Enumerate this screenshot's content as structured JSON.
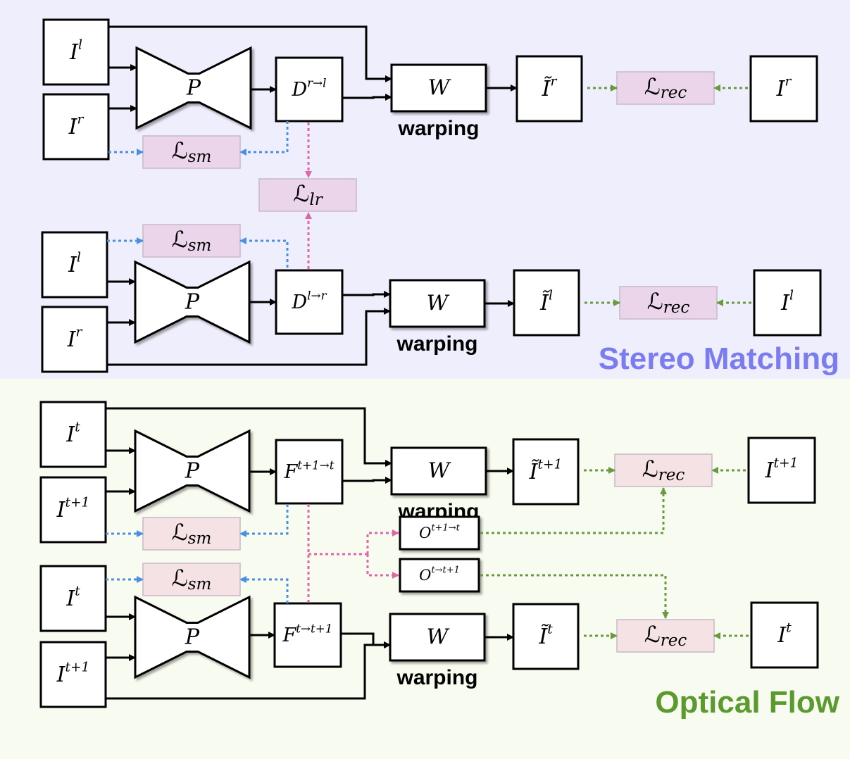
{
  "colors": {
    "stereo_bg": "#eeeefc",
    "flow_bg": "#f8fbef",
    "loss_fill": "#ead5ea",
    "loss_fill_flow": "#f4e2e4",
    "loss_stroke": "#c8b8c8",
    "stereo_title": "#7b7cf0",
    "flow_title": "#5a9a2e",
    "arrow_black": "#000000",
    "arrow_blue": "#4a90e2",
    "arrow_green": "#6a9a40",
    "arrow_pink": "#e066a8"
  },
  "labels": {
    "stereo_title": "Stereo Matching",
    "flow_title": "Optical Flow",
    "warping": "warping",
    "predictor": "P",
    "warp": "W"
  },
  "stereo": {
    "top": {
      "input1": {
        "base": "I",
        "sup": "l"
      },
      "input2": {
        "base": "I",
        "sup": "r"
      },
      "disparity": {
        "base": "D",
        "sup": "r→l"
      },
      "warped": {
        "base": "Ĩ",
        "sup": "r"
      },
      "target": {
        "base": "I",
        "sup": "r"
      },
      "loss_rec": {
        "base": "ℒ",
        "sub": "rec"
      },
      "loss_sm": {
        "base": "ℒ",
        "sub": "sm"
      }
    },
    "loss_lr": {
      "base": "ℒ",
      "sub": "lr"
    },
    "bottom": {
      "input1": {
        "base": "I",
        "sup": "l"
      },
      "input2": {
        "base": "I",
        "sup": "r"
      },
      "disparity": {
        "base": "D",
        "sup": "l→r"
      },
      "warped": {
        "base": "Ĩ",
        "sup": "l"
      },
      "target": {
        "base": "I",
        "sup": "l"
      },
      "loss_rec": {
        "base": "ℒ",
        "sub": "rec"
      },
      "loss_sm": {
        "base": "ℒ",
        "sub": "sm"
      }
    }
  },
  "flow": {
    "top": {
      "input1": {
        "base": "I",
        "sup": "t"
      },
      "input2": {
        "base": "I",
        "sup": "t+1"
      },
      "flowmap": {
        "base": "F",
        "sup": "t+1→t"
      },
      "warped": {
        "base": "Ĩ",
        "sup": "t+1"
      },
      "target": {
        "base": "I",
        "sup": "t+1"
      },
      "loss_rec": {
        "base": "ℒ",
        "sub": "rec"
      },
      "loss_sm": {
        "base": "ℒ",
        "sub": "sm"
      }
    },
    "occ1": {
      "base": "O",
      "sup": "t+1→t"
    },
    "occ2": {
      "base": "O",
      "sup": "t→t+1"
    },
    "bottom": {
      "input1": {
        "base": "I",
        "sup": "t"
      },
      "input2": {
        "base": "I",
        "sup": "t+1"
      },
      "flowmap": {
        "base": "F",
        "sup": "t→t+1"
      },
      "warped": {
        "base": "Ĩ",
        "sup": "t"
      },
      "target": {
        "base": "I",
        "sup": "t"
      },
      "loss_rec": {
        "base": "ℒ",
        "sub": "rec"
      },
      "loss_sm": {
        "base": "ℒ",
        "sub": "sm"
      }
    }
  }
}
